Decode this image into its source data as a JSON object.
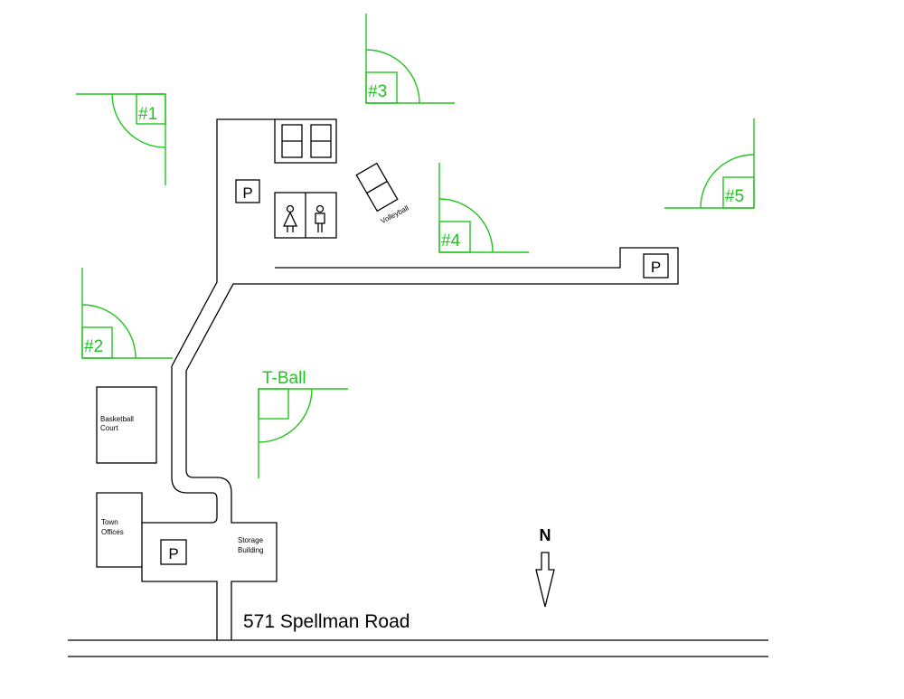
{
  "map": {
    "fields": [
      {
        "id": "field-1",
        "label": "#1"
      },
      {
        "id": "field-2",
        "label": "#2"
      },
      {
        "id": "field-3",
        "label": "#3"
      },
      {
        "id": "field-4",
        "label": "#4"
      },
      {
        "id": "field-5",
        "label": "#5"
      },
      {
        "id": "field-tball",
        "label": "T-Ball"
      }
    ],
    "parking_symbol": "P",
    "buildings": {
      "basketball_line1": "Basketball",
      "basketball_line2": "Court",
      "town_line1": "Town",
      "town_line2": "Offices",
      "storage_line1": "Storage",
      "storage_line2": "Building",
      "volleyball": "Volleyball"
    },
    "address": "571 Spellman Road",
    "north": "N",
    "colors": {
      "fields": "#22c41f",
      "lines": "#000000"
    }
  }
}
